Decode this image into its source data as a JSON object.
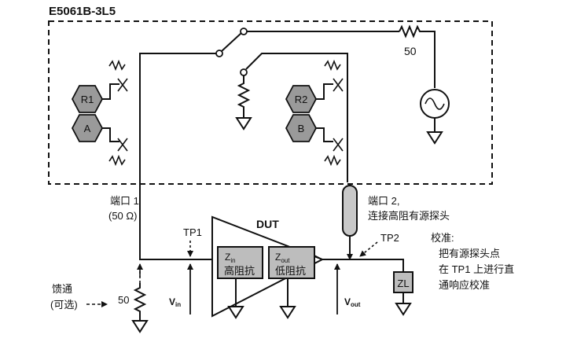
{
  "model": "E5061B-3L5",
  "resistor_source": "50",
  "labels": {
    "r1": "R1",
    "r2": "R2",
    "a": "A",
    "b": "B"
  },
  "port1": {
    "line1": "端口 1",
    "line2": "(50 Ω)"
  },
  "port2": {
    "line1": "端口 2,",
    "line2": "连接高阻有源探头"
  },
  "dut": "DUT",
  "tp1": "TP1",
  "tp2": "TP2",
  "zin": {
    "z": "Z",
    "sub": "in",
    "desc": "高阻抗"
  },
  "zout": {
    "z": "Z",
    "sub": "out",
    "desc": "低阻抗"
  },
  "zl": "ZL",
  "feed": {
    "line1": "馈通",
    "line2": "(可选)",
    "res": "50"
  },
  "vin": {
    "v": "V",
    "sub": "in"
  },
  "vout": {
    "v": "V",
    "sub": "out"
  },
  "calibration": {
    "title": "校准:",
    "line1": "把有源探头点",
    "line2": "在 TP1 上进行直",
    "line3": "通响应校准"
  }
}
